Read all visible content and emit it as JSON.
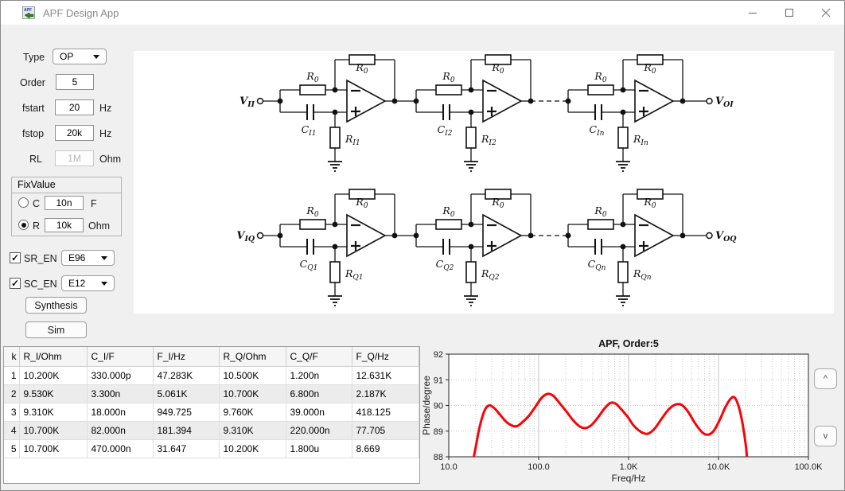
{
  "window": {
    "title": "APF Design App",
    "controls": {
      "minimize": "—",
      "maximize": "□",
      "close": "✕"
    }
  },
  "sidebar": {
    "type": {
      "label": "Type",
      "value": "OP"
    },
    "order": {
      "label": "Order",
      "value": "5"
    },
    "fstart": {
      "label": "fstart",
      "value": "20",
      "unit": "Hz"
    },
    "fstop": {
      "label": "fstop",
      "value": "20k",
      "unit": "Hz"
    },
    "rl": {
      "label": "RL",
      "value": "1M",
      "unit": "Ohm"
    },
    "fixvalue": {
      "title": "FixValue",
      "c": {
        "label": "C",
        "value": "10n",
        "unit": "F",
        "selected": false
      },
      "r": {
        "label": "R",
        "value": "10k",
        "unit": "Ohm",
        "selected": true
      }
    },
    "sr_en": {
      "label": "SR_EN",
      "checked": true,
      "value": "E96"
    },
    "sc_en": {
      "label": "SC_EN",
      "checked": true,
      "value": "E12"
    },
    "synthesis_label": "Synthesis",
    "sim_label": "Sim"
  },
  "circuit": {
    "rows": [
      {
        "input": {
          "t": "V",
          "s": "II"
        },
        "output": {
          "t": "V",
          "s": "OI"
        },
        "stages": [
          {
            "r_series": {
              "t": "R",
              "s": "0"
            },
            "r_fb": {
              "t": "R",
              "s": "0"
            },
            "cap": {
              "t": "C",
              "s": "I1"
            },
            "r_gnd": {
              "t": "R",
              "s": "I1"
            }
          },
          {
            "r_series": {
              "t": "R",
              "s": "0"
            },
            "r_fb": {
              "t": "R",
              "s": "0"
            },
            "cap": {
              "t": "C",
              "s": "I2"
            },
            "r_gnd": {
              "t": "R",
              "s": "I2"
            }
          },
          {
            "r_series": {
              "t": "R",
              "s": "0"
            },
            "r_fb": {
              "t": "R",
              "s": "0"
            },
            "cap": {
              "t": "C",
              "s": "In"
            },
            "r_gnd": {
              "t": "R",
              "s": "In"
            }
          }
        ]
      },
      {
        "input": {
          "t": "V",
          "s": "IQ"
        },
        "output": {
          "t": "V",
          "s": "OQ"
        },
        "stages": [
          {
            "r_series": {
              "t": "R",
              "s": "0"
            },
            "r_fb": {
              "t": "R",
              "s": "0"
            },
            "cap": {
              "t": "C",
              "s": "Q1"
            },
            "r_gnd": {
              "t": "R",
              "s": "Q1"
            }
          },
          {
            "r_series": {
              "t": "R",
              "s": "0"
            },
            "r_fb": {
              "t": "R",
              "s": "0"
            },
            "cap": {
              "t": "C",
              "s": "Q2"
            },
            "r_gnd": {
              "t": "R",
              "s": "Q2"
            }
          },
          {
            "r_series": {
              "t": "R",
              "s": "0"
            },
            "r_fb": {
              "t": "R",
              "s": "0"
            },
            "cap": {
              "t": "C",
              "s": "Qn"
            },
            "r_gnd": {
              "t": "R",
              "s": "Qn"
            }
          }
        ]
      }
    ]
  },
  "table": {
    "headers": [
      "k",
      "R_I/Ohm",
      "C_I/F",
      "F_I/Hz",
      "R_Q/Ohm",
      "C_Q/F",
      "F_Q/Hz"
    ],
    "rows": [
      [
        "1",
        "10.200K",
        "330.000p",
        "47.283K",
        "10.500K",
        "1.200n",
        "12.631K"
      ],
      [
        "2",
        "9.530K",
        "3.300n",
        "5.061K",
        "10.700K",
        "6.800n",
        "2.187K"
      ],
      [
        "3",
        "9.310K",
        "18.000n",
        "949.725",
        "9.760K",
        "39.000n",
        "418.125"
      ],
      [
        "4",
        "10.700K",
        "82.000n",
        "181.394",
        "9.310K",
        "220.000n",
        "77.705"
      ],
      [
        "5",
        "10.700K",
        "470.000n",
        "31.647",
        "10.200K",
        "1.800u",
        "8.669"
      ]
    ]
  },
  "chart_data": {
    "type": "line",
    "title": "APF, Order:5",
    "xlabel": "Freq/Hz",
    "ylabel": "Phase/degree",
    "x_scale": "log",
    "xlim": [
      10,
      100000
    ],
    "ylim": [
      88,
      92
    ],
    "x_ticks": [
      10,
      100,
      1000,
      10000,
      100000
    ],
    "x_tick_labels": [
      "10.0",
      "100.0",
      "1.0K",
      "10.0K",
      "100.0K"
    ],
    "y_ticks": [
      88,
      89,
      90,
      91,
      92
    ],
    "grid": true,
    "line_color": "#fb0207",
    "series": [
      {
        "name": "phase",
        "points": [
          [
            19,
            88.0
          ],
          [
            20,
            88.4
          ],
          [
            22,
            89.15
          ],
          [
            25,
            89.8
          ],
          [
            28,
            90.0
          ],
          [
            32,
            89.9
          ],
          [
            37,
            89.65
          ],
          [
            44,
            89.35
          ],
          [
            52,
            89.2
          ],
          [
            58,
            89.2
          ],
          [
            66,
            89.35
          ],
          [
            78,
            89.6
          ],
          [
            92,
            89.95
          ],
          [
            108,
            90.3
          ],
          [
            125,
            90.45
          ],
          [
            145,
            90.38
          ],
          [
            170,
            90.1
          ],
          [
            205,
            89.75
          ],
          [
            245,
            89.4
          ],
          [
            290,
            89.17
          ],
          [
            335,
            89.12
          ],
          [
            390,
            89.25
          ],
          [
            460,
            89.55
          ],
          [
            545,
            89.9
          ],
          [
            630,
            90.1
          ],
          [
            720,
            90.07
          ],
          [
            830,
            89.85
          ],
          [
            980,
            89.55
          ],
          [
            1150,
            89.2
          ],
          [
            1400,
            88.95
          ],
          [
            1650,
            88.9
          ],
          [
            1950,
            89.1
          ],
          [
            2350,
            89.5
          ],
          [
            2800,
            89.85
          ],
          [
            3300,
            90.03
          ],
          [
            3900,
            90.02
          ],
          [
            4600,
            89.75
          ],
          [
            5500,
            89.3
          ],
          [
            6600,
            88.95
          ],
          [
            7600,
            88.86
          ],
          [
            8800,
            89.0
          ],
          [
            10200,
            89.4
          ],
          [
            12000,
            89.95
          ],
          [
            13800,
            90.28
          ],
          [
            15200,
            90.3
          ],
          [
            16800,
            89.95
          ],
          [
            18500,
            89.3
          ],
          [
            20200,
            88.4
          ],
          [
            21200,
            87.5
          ]
        ]
      }
    ]
  },
  "chart_buttons": {
    "up": "^",
    "down": "v"
  }
}
